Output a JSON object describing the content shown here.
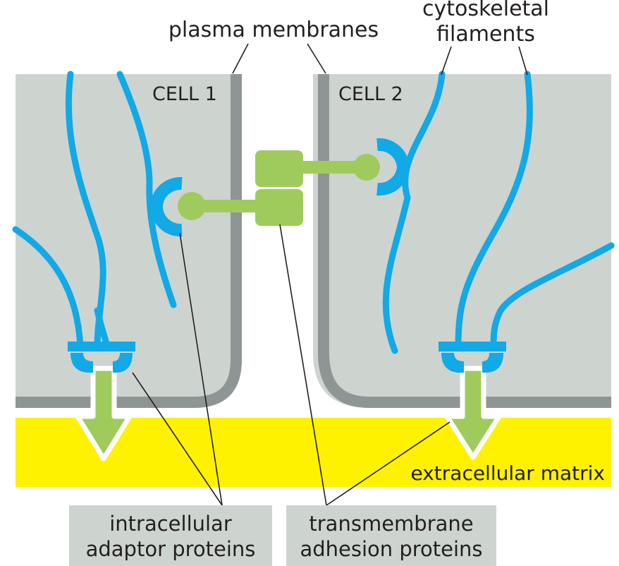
{
  "labels": {
    "plasma_membranes": "plasma membranes",
    "cytoskeletal_line1": "cytoskeletal",
    "cytoskeletal_line2": "filaments",
    "cell1": "CELL 1",
    "cell2": "CELL 2",
    "extracellular_matrix": "extracellular matrix",
    "adaptor_line1": "intracellular",
    "adaptor_line2": "adaptor proteins",
    "adhesion_line1": "transmembrane",
    "adhesion_line2": "adhesion proteins"
  },
  "colors": {
    "cytoplasm": "#cdd4d0",
    "membrane": "#8e9595",
    "filament": "#11a9e6",
    "adhesion_protein": "#9fcb5c",
    "matrix": "#fff200",
    "label_box": "#cdd4d0",
    "text": "#231f20"
  }
}
